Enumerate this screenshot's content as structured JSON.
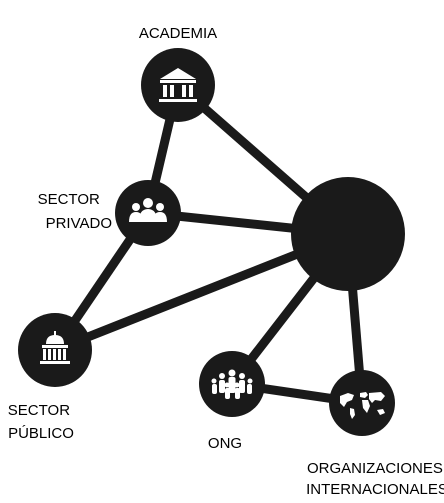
{
  "nodes": {
    "academia": {
      "label_lines": [
        "ACADEMIA"
      ],
      "icon": "academic-building-icon"
    },
    "sector_privado": {
      "label_lines": [
        "SECTOR",
        "PRIVADO"
      ],
      "icon": "business-people-icon"
    },
    "sector_publico": {
      "label_lines": [
        "SECTOR",
        "PÚBLICO"
      ],
      "icon": "capitol-building-icon"
    },
    "ong": {
      "label_lines": [
        "ONG"
      ],
      "icon": "people-group-icon"
    },
    "organizaciones": {
      "label_lines": [
        "ORGANIZACIONES",
        "INTERNACIONALES"
      ],
      "icon": "world-map-icon"
    },
    "hub": {
      "label_lines": [],
      "icon": ""
    }
  },
  "edges": [
    [
      "academia",
      "sector_privado"
    ],
    [
      "academia",
      "hub"
    ],
    [
      "sector_privado",
      "hub"
    ],
    [
      "sector_privado",
      "sector_publico"
    ],
    [
      "sector_publico",
      "hub"
    ],
    [
      "ong",
      "hub"
    ],
    [
      "organizaciones",
      "hub"
    ],
    [
      "ong",
      "organizaciones"
    ]
  ],
  "colors": {
    "node": "#1a1a1a",
    "edge": "#1a1a1a",
    "icon": "#ffffff",
    "text": "#000000"
  }
}
